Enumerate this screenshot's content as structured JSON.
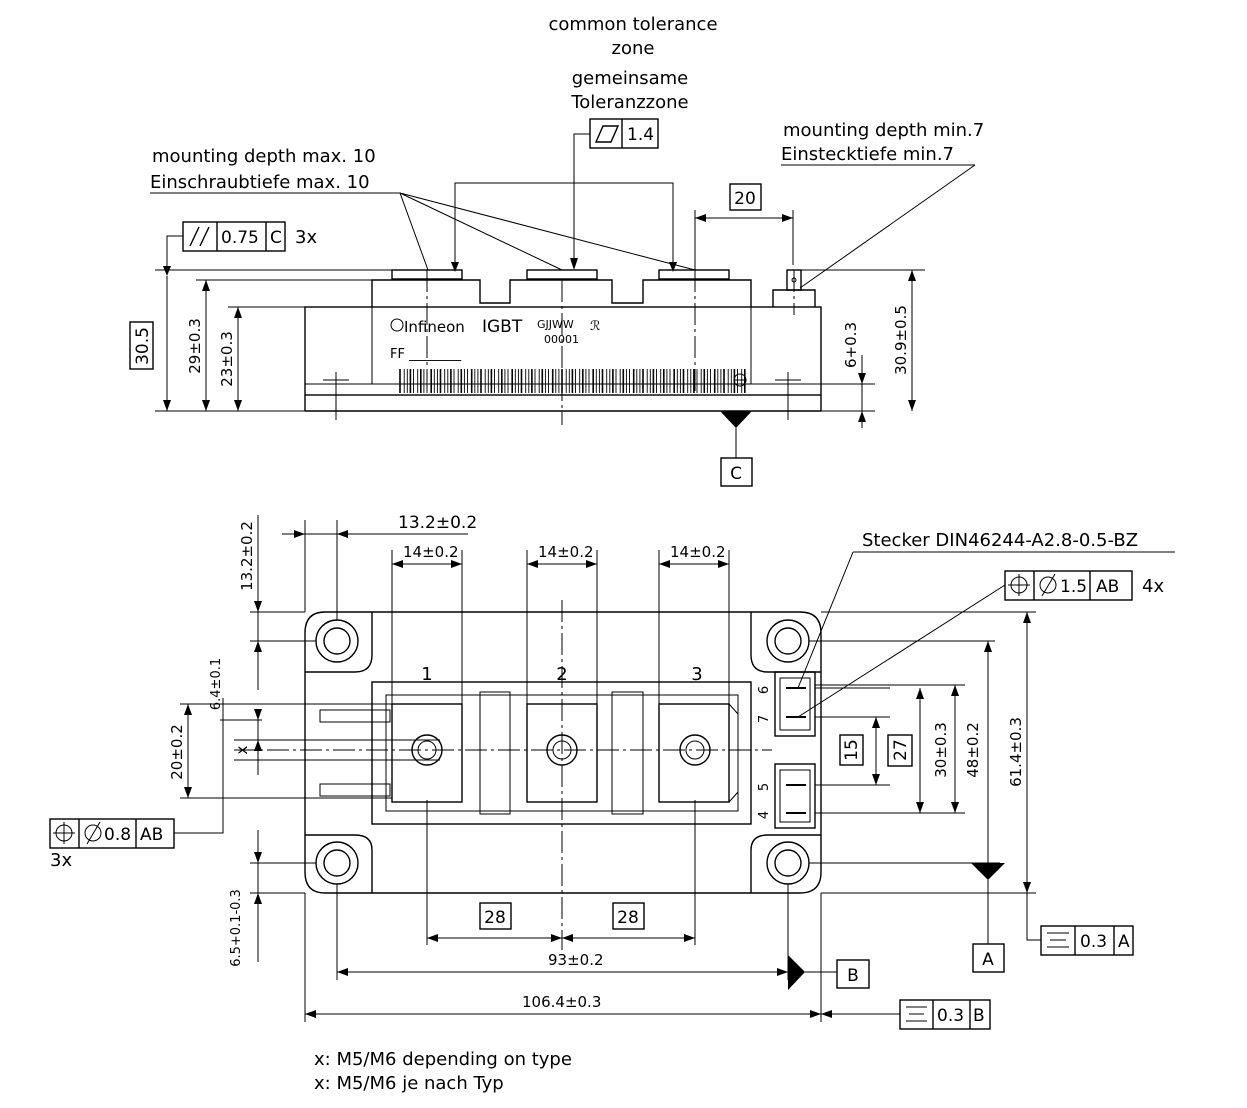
{
  "top_view": {
    "tolerance_zone_en_1": "common tolerance",
    "tolerance_zone_en_2": "zone",
    "tolerance_zone_de_1": "gemeinsame",
    "tolerance_zone_de_2": "Toleranzzone",
    "flatness_value": "1.4",
    "mount_depth_max_en": "mounting depth max. 10",
    "mount_depth_max_de": "Einschraubtiefe max. 10",
    "mount_depth_min_en": "mounting depth min.7",
    "mount_depth_min_de": "Einstecktiefe min.7",
    "parallel_value": "0.75",
    "parallel_datum": "C",
    "parallel_count": "3x",
    "dim_20": "20",
    "dim_30_5": "30.5",
    "dim_29": "29±0.3",
    "dim_23": "23±0.3",
    "dim_6": "6+0.3",
    "dim_30_9": "30.9±0.5",
    "datum_c": "C",
    "logo_text": "Infineon",
    "igbt_text": "IGBT",
    "date_code": "GJJWW",
    "serial": "00001",
    "ff_text": "FF ________"
  },
  "bottom_view": {
    "dim_13_2_h": "13.2±0.2",
    "dim_13_2_v": "13.2±0.2",
    "dim_14_a": "14±0.2",
    "dim_14_b": "14±0.2",
    "dim_14_c": "14±0.2",
    "connector_label": "Stecker DIN46244-A2.8-0.5-BZ",
    "pos_dia_right": "1.5",
    "pos_datum_right": "AB",
    "pos_count_right": "4x",
    "pos_dia_left": "0.8",
    "pos_datum_left": "AB",
    "pos_count_left": "3x",
    "term_1": "1",
    "term_2": "2",
    "term_3": "3",
    "pin_6": "6",
    "pin_7": "7",
    "pin_5": "5",
    "pin_4": "4",
    "dim_6_4": "6.4±0.1",
    "dim_20": "20±0.2",
    "dim_x": "x",
    "dim_15": "15",
    "dim_27": "27",
    "dim_30": "30±0.3",
    "dim_48": "48±0.2",
    "dim_61_4": "61.4±0.3",
    "dim_6_5": "6.5+0.1-0.3",
    "dim_28_a": "28",
    "dim_28_b": "28",
    "dim_93": "93±0.2",
    "dim_106_4": "106.4±0.3",
    "datum_a": "A",
    "datum_b": "B",
    "sym_value_a": "0.3",
    "sym_datum_a": "A",
    "sym_value_b": "0.3",
    "sym_datum_b": "B"
  },
  "notes": {
    "note_en": "x: M5/M6 depending on type",
    "note_de": "x: M5/M6 je nach Typ"
  }
}
